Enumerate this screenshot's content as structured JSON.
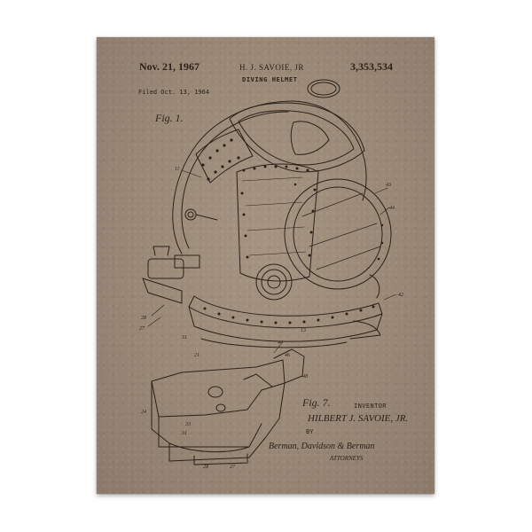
{
  "patent": {
    "date": "Nov. 21, 1967",
    "inventor_header": "H. J. SAVOIE, JR",
    "number": "3,353,534",
    "title": "DIVING HELMET",
    "filed": "Filed Oct. 13, 1964",
    "sheets": ""
  },
  "figures": {
    "fig1": "Fig. 1.",
    "fig2": "Fig. 7."
  },
  "signature": {
    "inventor_label": "INVENTOR",
    "inventor_name": "HILBERT J. SAVOIE, JR.",
    "by": "BY",
    "attorneys": "Berman, Davidson & Berman",
    "attorneys_label": "ATTORNEYS"
  },
  "colors": {
    "paper": "#9a8877",
    "ink": "#2b2118",
    "frame": "#ffffff"
  }
}
